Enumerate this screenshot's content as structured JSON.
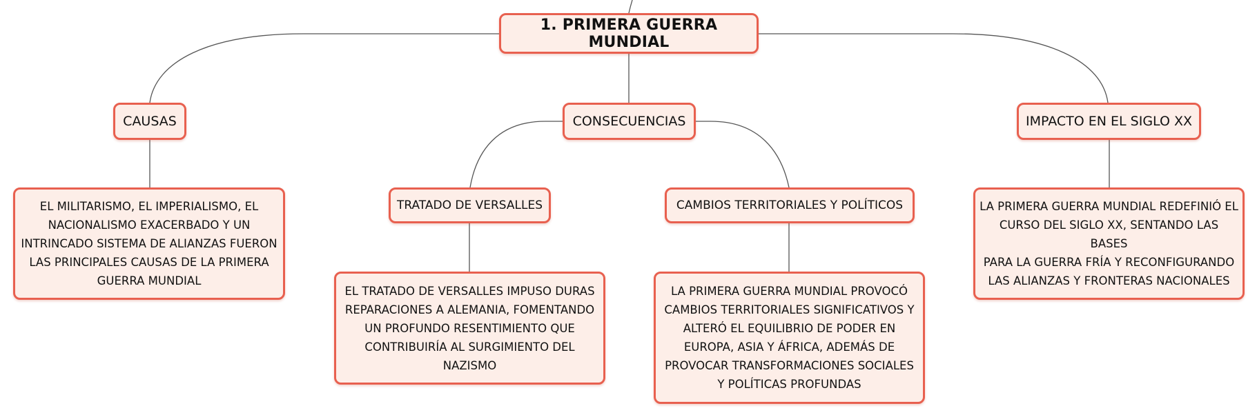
{
  "diagram": {
    "root": {
      "label": "1. PRIMERA GUERRA MUNDIAL"
    },
    "branches": {
      "causas": {
        "label": "CAUSAS",
        "detail": "EL MILITARISMO, EL IMPERIALISMO, EL NACIONALISMO EXACERBADO Y UN INTRINCADO SISTEMA DE ALIANZAS FUERON LAS PRINCIPALES CAUSAS DE LA PRIMERA GUERRA MUNDIAL",
        "detail_lines": [
          "EL MILITARISMO, EL IMPERIALISMO, EL",
          "NACIONALISMO EXACERBADO Y UN",
          "INTRINCADO SISTEMA DE ALIANZAS FUERON",
          "LAS PRINCIPALES CAUSAS DE LA PRIMERA",
          "GUERRA MUNDIAL"
        ]
      },
      "consecuencias": {
        "label": "CONSECUENCIAS",
        "children": {
          "tratado": {
            "label": "TRATADO DE VERSALLES",
            "detail_lines": [
              "EL TRATADO DE VERSALLES IMPUSO DURAS",
              "REPARACIONES A ALEMANIA, FOMENTANDO",
              "UN PROFUNDO RESENTIMIENTO QUE",
              "CONTRIBUIRÍA AL SURGIMIENTO DEL",
              "NAZISMO"
            ]
          },
          "cambios": {
            "label": "CAMBIOS TERRITORIALES Y POLÍTICOS",
            "detail_lines": [
              "LA PRIMERA GUERRA MUNDIAL PROVOCÓ",
              "CAMBIOS TERRITORIALES SIGNIFICATIVOS Y",
              "ALTERÓ EL EQUILIBRIO DE PODER EN",
              "EUROPA, ASIA Y ÁFRICA, ADEMÁS DE",
              "PROVOCAR TRANSFORMACIONES SOCIALES",
              "Y POLÍTICAS PROFUNDAS"
            ]
          }
        }
      },
      "impacto": {
        "label": "IMPACTO EN EL SIGLO XX",
        "detail_lines": [
          "LA PRIMERA GUERRA MUNDIAL REDEFINIÓ EL",
          "CURSO DEL SIGLO XX, SENTANDO LAS BASES",
          "PARA LA GUERRA FRÍA Y RECONFIGURANDO",
          "LAS ALIANZAS Y FRONTERAS NACIONALES"
        ]
      }
    }
  },
  "colors": {
    "node_border": "#e8604f",
    "node_fill": "#fdeee8",
    "connector": "#555555",
    "text": "#111111"
  }
}
